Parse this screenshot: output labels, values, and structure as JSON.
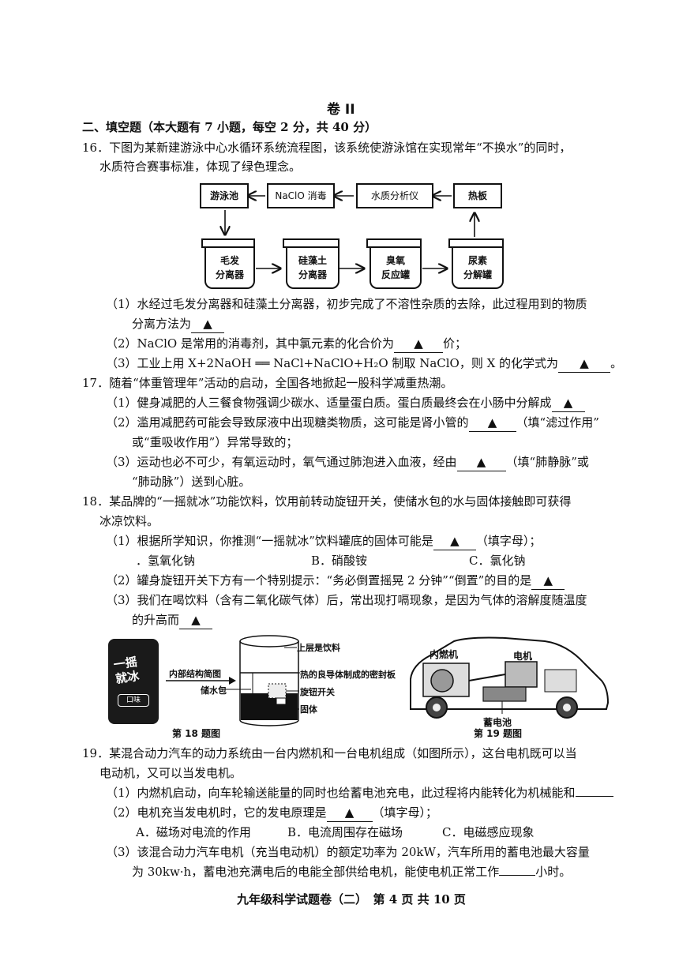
{
  "header": {
    "volume": "卷 II"
  },
  "section2": {
    "title": "二、填空题（本大题有 7 小题，每空 2 分，共 40 分）"
  },
  "q16": {
    "stem1": "16．下图为某新建游泳中心水循环系统流程图，该系统使游泳馆在实现常年“不换水”的同时，",
    "stem2": "水质符合赛事标准，体现了绿色理念。",
    "flow": {
      "pool": "游泳池",
      "naclo": "NaClO 消毒",
      "analyzer": "水质分析仪",
      "heater": "热板",
      "hair_a": "毛发",
      "hair_b": "分离器",
      "diatom_a": "硅藻土",
      "diatom_b": "分离器",
      "ozone_a": "臭氧",
      "ozone_b": "反应罐",
      "urea_a": "尿素",
      "urea_b": "分解罐"
    },
    "p1a": "（1）水经过毛发分离器和硅藻土分离器，初步完成了不溶性杂质的去除，此过程用到的物质",
    "p1b": "分离方法为",
    "p2a": "（2）NaClO 是常用的消毒剂，其中氯元素的化合价为",
    "p2b": "价；",
    "p3a": "（3）工业上用 X+2NaOH ══ NaCl+NaClO+H₂O 制取 NaClO，则 X 的化学式为",
    "p3b": "。"
  },
  "q17": {
    "stem": "17．随着“体重管理年”活动的启动，全国各地掀起一股科学减重热潮。",
    "p1": "（1）健身减肥的人三餐食物强调少碳水、适量蛋白质。蛋白质最终会在小肠中分解成",
    "p2a": "（2）滥用减肥药可能会导致尿液中出现糖类物质，这可能是肾小管的",
    "p2b": "（填“滤过作用”",
    "p2c": "或“重吸收作用”）异常导致的；",
    "p3a": "（3）运动也必不可少，有氧运动时，氧气通过肺泡进入血液，经由",
    "p3b": "（填“肺静脉”或",
    "p3c": "“肺动脉”）送到心脏。"
  },
  "q18": {
    "stem1": "18．某品牌的“一摇就冰”功能饮料，饮用前转动旋钮开关，使储水包的水与固体接触即可获得",
    "stem2": "冰凉饮料。",
    "p1a": "（1）根据所学知识，你推测“一摇就冰”饮料罐底的固体可能是",
    "p1b": "（填字母）；",
    "optA": "．氢氧化钠",
    "optB": "B．硝酸铵",
    "optC": "C．氯化钠",
    "p2a": "（2）罐身旋钮开关下方有一个特别提示：“务必倒置摇晃 2 分钟”“倒置”的目的是",
    "p3a": "（3）我们在喝饮料（含有二氧化碳气体）后，常出现打嗝现象，是因为气体的溶解度随温度",
    "p3b": "的升高而",
    "fig": {
      "can_text1": "一摇",
      "can_text2": "就冰",
      "can_label": "口味",
      "arrow_label": "内部结构简图",
      "water_bag": "储水包",
      "drink": "上层是饮料",
      "plate": "热的良导体制成的密封板",
      "knob": "旋钮开关",
      "solid": "固体",
      "caption": "第 18 题图"
    }
  },
  "q19": {
    "fig": {
      "engine": "内燃机",
      "motor": "电机",
      "battery": "蓄电池",
      "caption": "第 19 题图"
    },
    "stem1": "19．某混合动力汽车的动力系统由一台内燃机和一台电机组成（如图所示），这台电机既可以当",
    "stem2": "电动机，又可以当发电机。",
    "p1": "（1）内燃机启动，向车轮输送能量的同时也给蓄电池充电，此过程将内能转化为机械能和",
    "p2a": "（2）电机充当发电机时，它的发电原理是",
    "p2b": "（填字母）；",
    "optA": "A．磁场对电流的作用",
    "optB": "B．电流周围存在磁场",
    "optC": "C．电磁感应现象",
    "p3a": "（3）该混合动力汽车电机（充当电动机）的额定功率为 20kW，汽车所用的蓄电池最大容量",
    "p3b": "为 30kw·h，蓄电池充满电后的电能全部供给电机，能使电机正常工作",
    "p3c": "小时。"
  },
  "answer_mark": "▲",
  "footer": {
    "text": "九年级科学试题卷（二）　第 4 页 共 10 页"
  }
}
